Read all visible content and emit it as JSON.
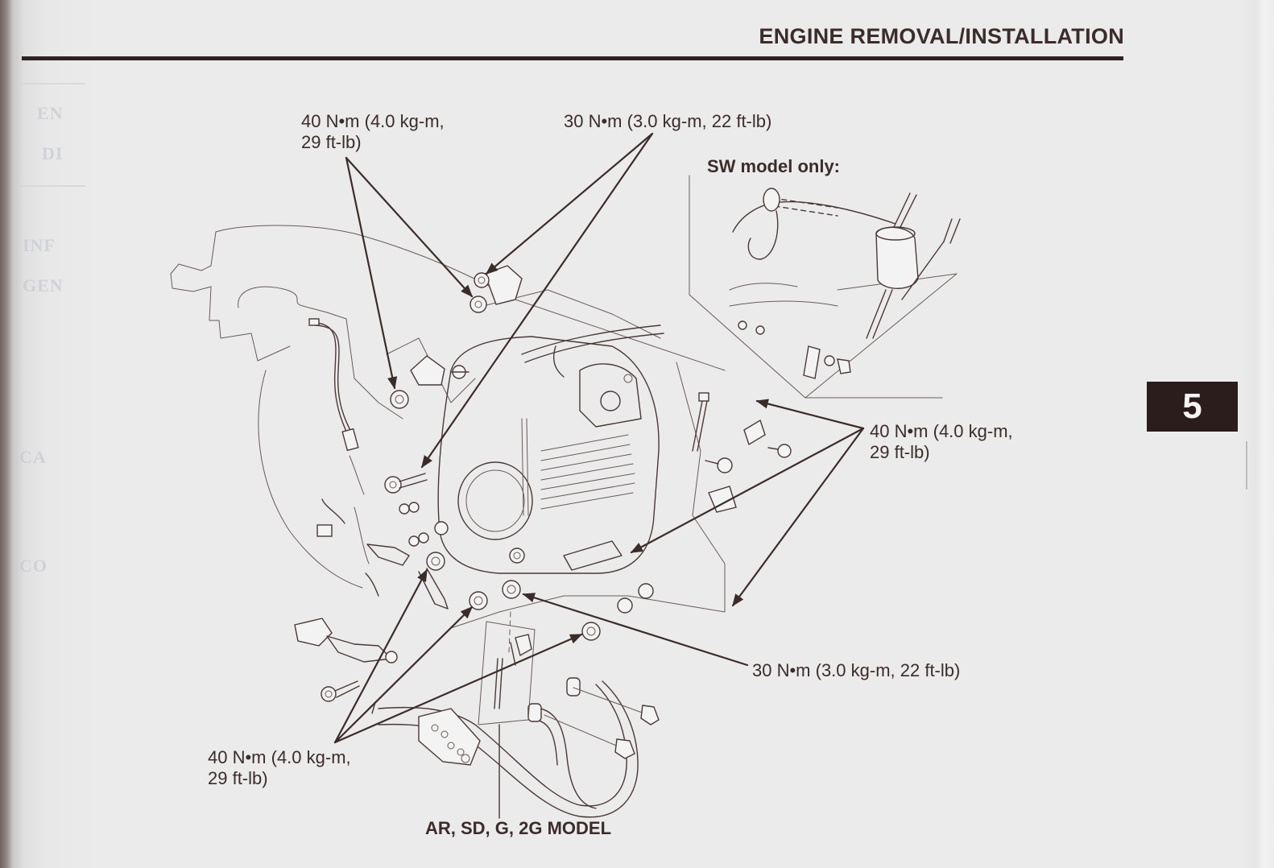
{
  "header": {
    "title": "ENGINE REMOVAL/INSTALLATION"
  },
  "chapter_tab": {
    "number": "5"
  },
  "inset": {
    "title": "SW model only:"
  },
  "callouts": {
    "top_left": {
      "line1": "40 N•m (4.0 kg-m,",
      "line2": "29 ft-lb)"
    },
    "top_center": {
      "line1": "30 N•m (3.0 kg-m, 22 ft-lb)"
    },
    "right": {
      "line1": "40 N•m (4.0 kg-m,",
      "line2": "29 ft-lb)"
    },
    "bottom_right": {
      "line1": "30 N•m (3.0 kg-m, 22 ft-lb)"
    },
    "bottom_left": {
      "line1": "40 N•m (4.0 kg-m,",
      "line2": "29 ft-lb)"
    },
    "model_note": {
      "line1": "AR, SD, G, 2G MODEL"
    }
  },
  "colors": {
    "ink": "#3b2c2a",
    "paper": "#ebebeb",
    "tab_bg": "#2b1d1b",
    "tab_text": "#f4f4f4"
  }
}
